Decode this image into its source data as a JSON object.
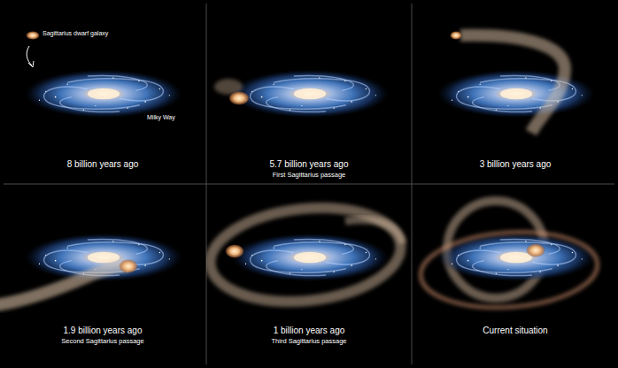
{
  "diagram": {
    "labels": [
      "Sagittarius dwarf galaxy",
      "Milky Way",
      "8 billion years ago",
      "5.7 billion years ago",
      "First Sagittarius passage",
      "3 billion years ago",
      "1.9 billion years ago",
      "Second Sagittarius passage",
      "1 billion years ago",
      "Third Sagittarius passage",
      "Current situation"
    ]
  }
}
